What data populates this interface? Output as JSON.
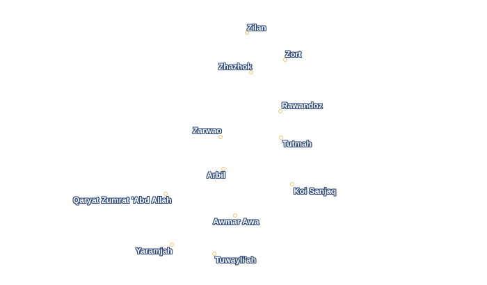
{
  "map": {
    "places": [
      {
        "name": "Zilan"
      },
      {
        "name": "Zort"
      },
      {
        "name": "Zhazhok"
      },
      {
        "name": "Rawandoz"
      },
      {
        "name": "Zarwao"
      },
      {
        "name": "Tutmah"
      },
      {
        "name": "Arbil"
      },
      {
        "name": "Koi Sanjaq"
      },
      {
        "name": "Qaryat Zumrat 'Abd Allah"
      },
      {
        "name": "Awmar Awa"
      },
      {
        "name": "Yaramjah"
      },
      {
        "name": "Tuwayli'ah"
      }
    ],
    "marker_color": "#f2c46d",
    "label_halo_color": "#2e4a7d",
    "label_text_color": "#ffffff"
  }
}
